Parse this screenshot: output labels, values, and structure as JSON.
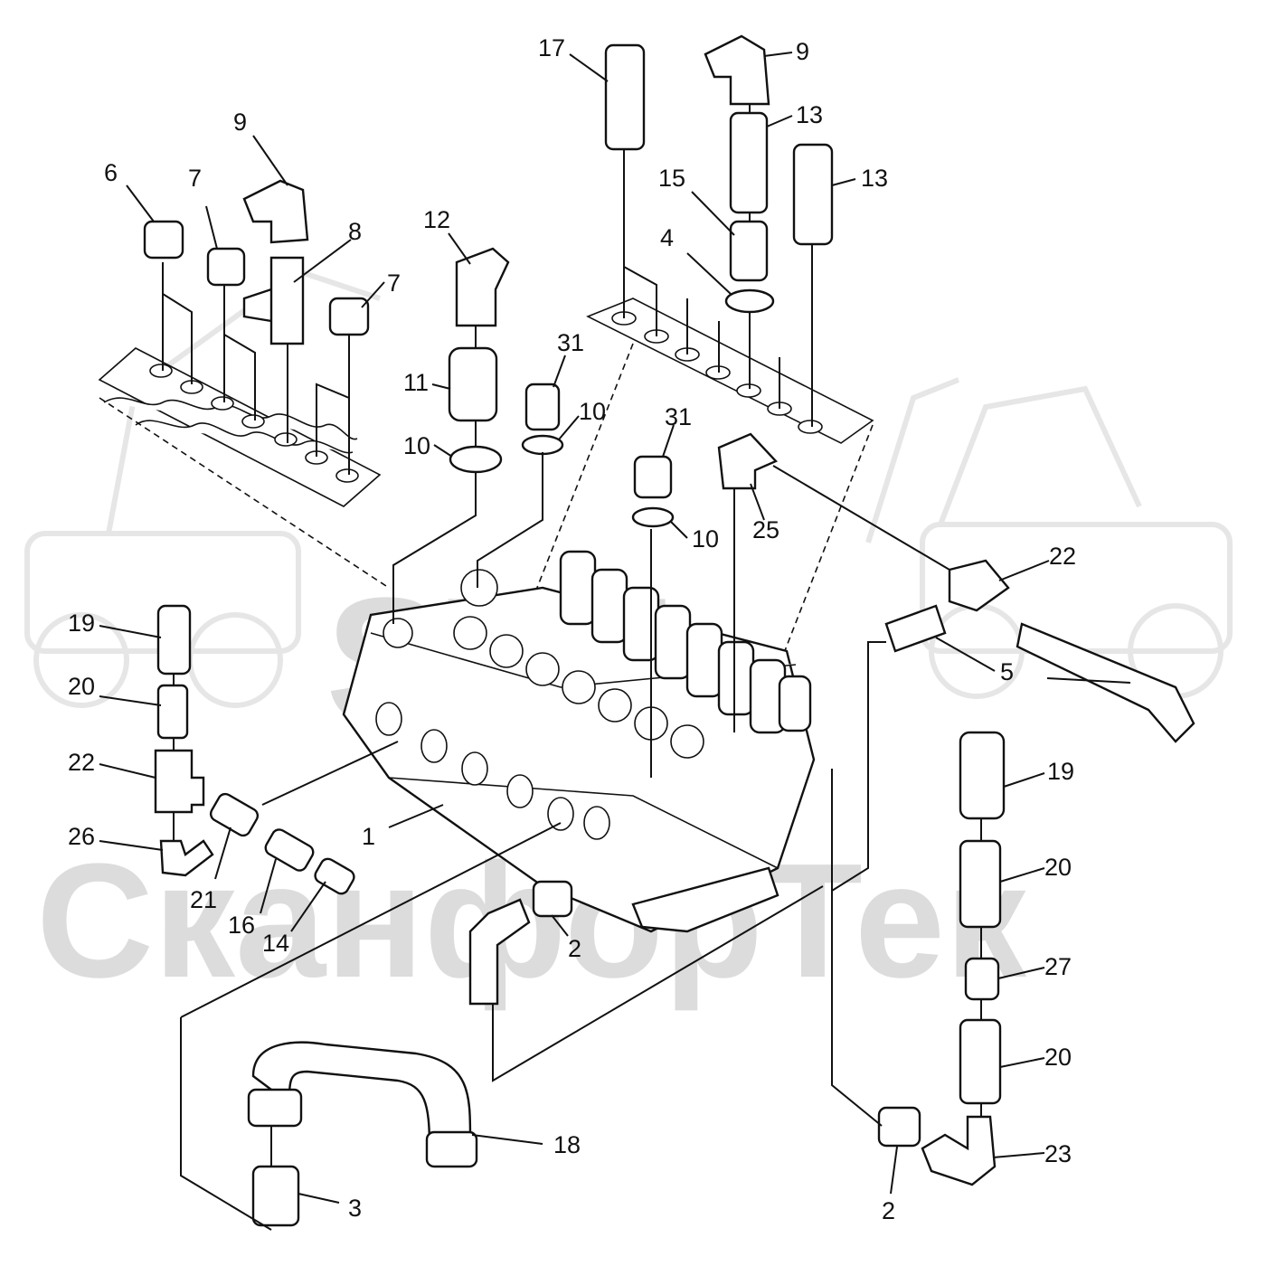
{
  "watermark": {
    "top_text": "STT",
    "bottom_text": "СканфорТек"
  },
  "callouts": [
    {
      "id": "c17a",
      "label": "17"
    },
    {
      "id": "c9a",
      "label": "9"
    },
    {
      "id": "c13a",
      "label": "13"
    },
    {
      "id": "c13b",
      "label": "13"
    },
    {
      "id": "c15",
      "label": "15"
    },
    {
      "id": "c4",
      "label": "4"
    },
    {
      "id": "c9b",
      "label": "9"
    },
    {
      "id": "c6",
      "label": "6"
    },
    {
      "id": "c7a",
      "label": "7"
    },
    {
      "id": "c8",
      "label": "8"
    },
    {
      "id": "c7b",
      "label": "7"
    },
    {
      "id": "c12",
      "label": "12"
    },
    {
      "id": "c31a",
      "label": "31"
    },
    {
      "id": "c11",
      "label": "11"
    },
    {
      "id": "c10a",
      "label": "10"
    },
    {
      "id": "c10b",
      "label": "10"
    },
    {
      "id": "c31b",
      "label": "31"
    },
    {
      "id": "c10c",
      "label": "10"
    },
    {
      "id": "c25",
      "label": "25"
    },
    {
      "id": "c22a",
      "label": "22"
    },
    {
      "id": "c5",
      "label": "5"
    },
    {
      "id": "c19a",
      "label": "19"
    },
    {
      "id": "c20a",
      "label": "20"
    },
    {
      "id": "c22b",
      "label": "22"
    },
    {
      "id": "c26",
      "label": "26"
    },
    {
      "id": "c21",
      "label": "21"
    },
    {
      "id": "c16",
      "label": "16"
    },
    {
      "id": "c14",
      "label": "14"
    },
    {
      "id": "c1",
      "label": "1"
    },
    {
      "id": "c2a",
      "label": "2"
    },
    {
      "id": "c19b",
      "label": "19"
    },
    {
      "id": "c20b",
      "label": "20"
    },
    {
      "id": "c27",
      "label": "27"
    },
    {
      "id": "c20c",
      "label": "20"
    },
    {
      "id": "c23",
      "label": "23"
    },
    {
      "id": "c2b",
      "label": "2"
    },
    {
      "id": "c18",
      "label": "18"
    },
    {
      "id": "c3",
      "label": "3"
    }
  ]
}
